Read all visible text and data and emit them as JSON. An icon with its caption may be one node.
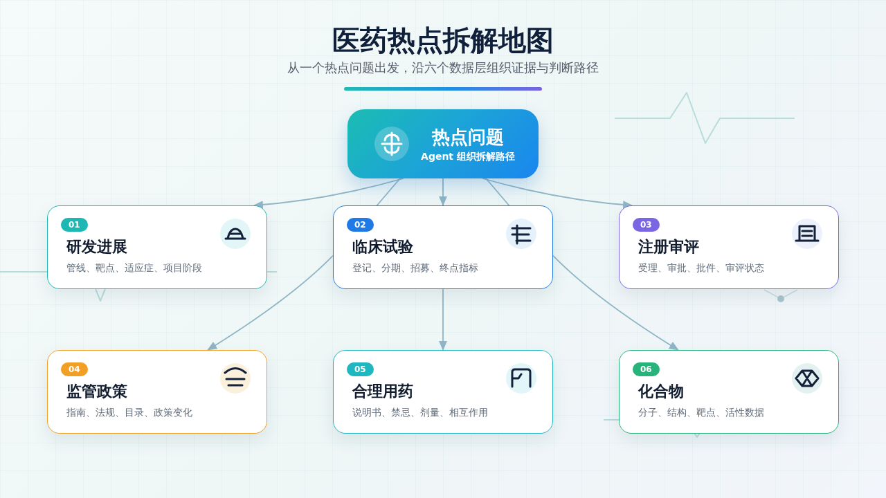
{
  "diagram": {
    "title": "医药热点拆解地图",
    "nodes": [
      {
        "text": [
          "热点问题",
          "Agent 组织拆解路径"
        ]
      },
      {
        "text": [
          "01",
          "研发进展",
          "管线、靶点、适应症、项目阶段"
        ]
      },
      {
        "text": [
          "02",
          "临床试验",
          "登记、分期、招募、终点指标"
        ]
      },
      {
        "text": [
          "03",
          "注册审评",
          "受理、审批、批件、审评状态"
        ]
      },
      {
        "text": [
          "04",
          "监管政策",
          "指南、法规、目录、政策变化"
        ]
      },
      {
        "text": [
          "05",
          "合理用药",
          "说明书、禁忌、剂量、相互作用"
        ]
      },
      {
        "text": [
          "06",
          "化合物",
          "分子、结构、靶点、活性数据"
        ]
      }
    ],
    "edges": [
      {
        "from": 0,
        "to": 1,
        "arrow": "to"
      },
      {
        "from": 0,
        "to": 2,
        "arrow": "to"
      },
      {
        "from": 0,
        "to": 2,
        "arrow": "none"
      },
      {
        "from": 0,
        "to": 2,
        "arrow": "none"
      },
      {
        "from": 0,
        "to": 3,
        "arrow": "to"
      },
      {
        "from": 2,
        "to": 4,
        "arrow": "to"
      },
      {
        "from": 2,
        "to": 5,
        "arrow": "to"
      },
      {
        "from": 2,
        "to": 6,
        "arrow": "to"
      }
    ],
    "labels": [
      "从一个热点问题出发，沿六个数据层组织证据与判断路径"
    ]
  }
}
